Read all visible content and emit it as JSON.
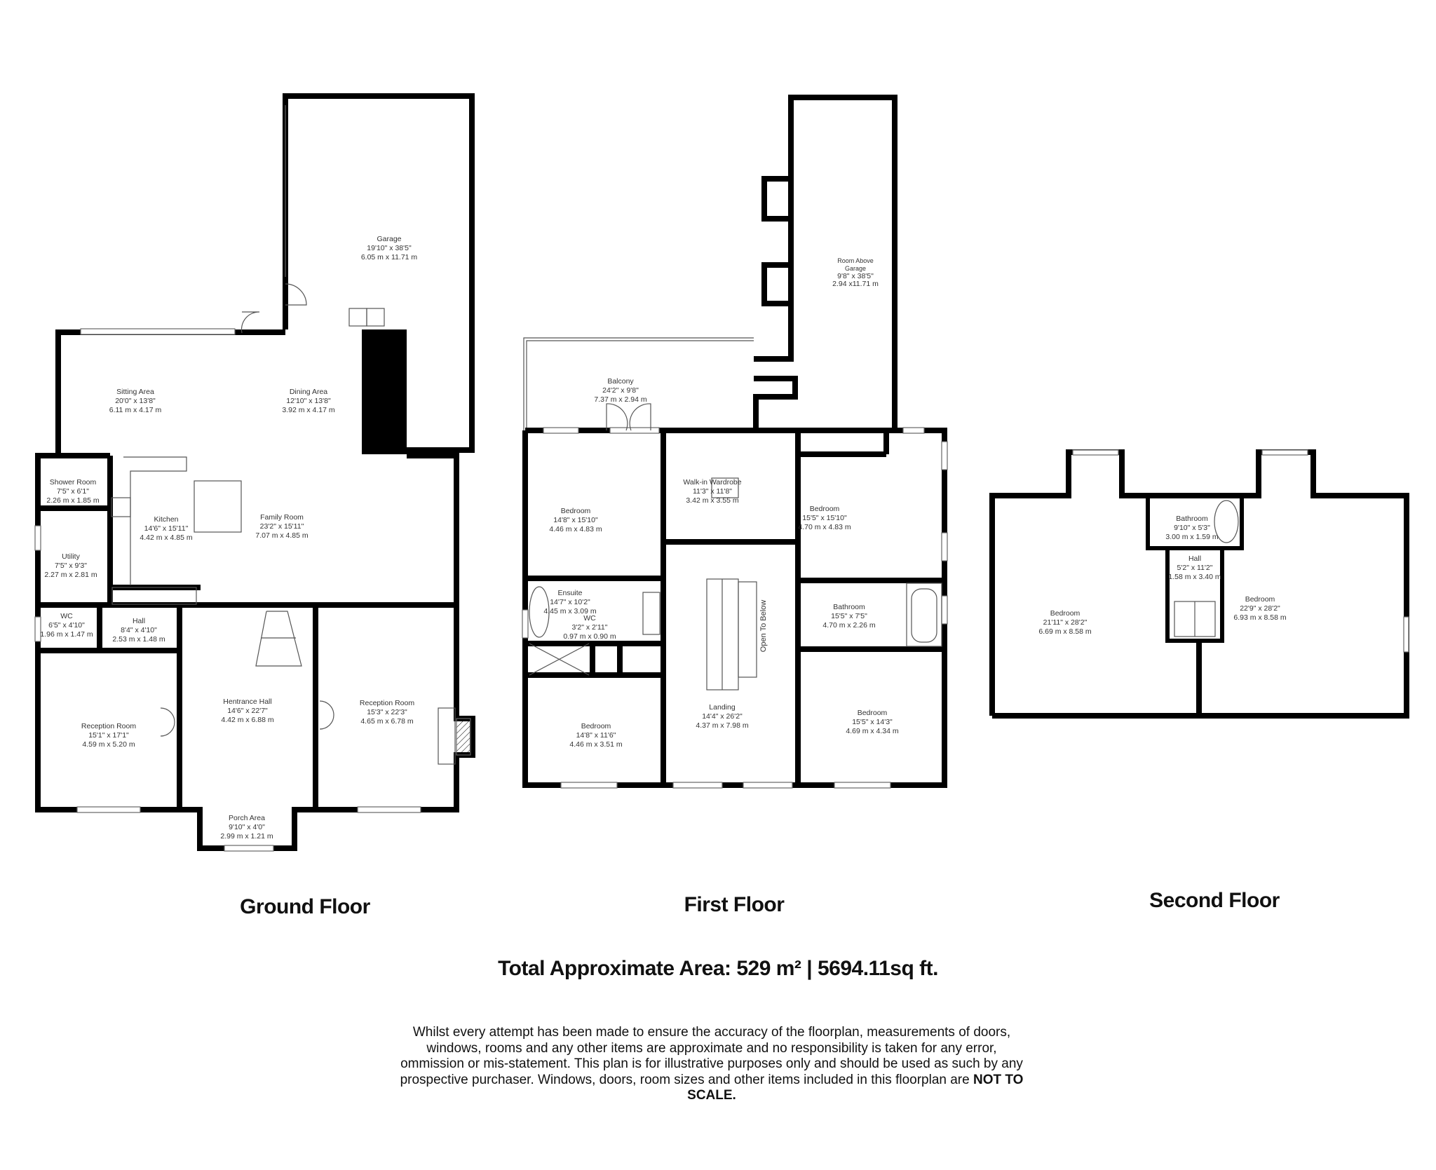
{
  "floors": {
    "ground": {
      "title": "Ground Floor",
      "rooms": [
        {
          "name": "Garage",
          "imperial": "19'10\" x 38'5\"",
          "metric": "6.05 m x 11.71 m"
        },
        {
          "name": "Sitting Area",
          "imperial": "20'0\" x 13'8\"",
          "metric": "6.11 m x 4.17 m"
        },
        {
          "name": "Dining Area",
          "imperial": "12'10\" x 13'8\"",
          "metric": "3.92 m x 4.17 m"
        },
        {
          "name": "Shower Room",
          "imperial": "7'5\" x 6'1\"",
          "metric": "2.26 m x 1.85 m"
        },
        {
          "name": "Kitchen",
          "imperial": "14'6\" x 15'11\"",
          "metric": "4.42 m x 4.85 m"
        },
        {
          "name": "Family Room",
          "imperial": "23'2\" x 15'11\"",
          "metric": "7.07 m x 4.85 m"
        },
        {
          "name": "Utility",
          "imperial": "7'5\" x 9'3\"",
          "metric": "2.27 m x 2.81 m"
        },
        {
          "name": "WC",
          "imperial": "6'5\" x 4'10\"",
          "metric": "1.96 m x 1.47 m"
        },
        {
          "name": "Hall",
          "imperial": "8'4\" x 4'10\"",
          "metric": "2.53 m x 1.48 m"
        },
        {
          "name": "Hentrance Hall",
          "imperial": "14'6\" x 22'7\"",
          "metric": "4.42 m x 6.88 m"
        },
        {
          "name": "Reception Room",
          "imperial": "15'1\" x 17'1\"",
          "metric": "4.59 m x 5.20 m"
        },
        {
          "name": "Reception Room",
          "imperial": "15'3\" x 22'3\"",
          "metric": "4.65 m x 6.78 m"
        },
        {
          "name": "Porch Area",
          "imperial": "9'10\" x 4'0\"",
          "metric": "2.99 m x 1.21 m"
        }
      ]
    },
    "first": {
      "title": "First Floor",
      "open_to_below": "Open To Below",
      "rooms": [
        {
          "name": "Room Above Garage",
          "imperial": "9'8\" x 38'5\"",
          "metric": "2.94 x11.71 m"
        },
        {
          "name": "Balcony",
          "imperial": "24'2\" x 9'8\"",
          "metric": "7.37 m x 2.94 m"
        },
        {
          "name": "Bedroom",
          "imperial": "14'8\" x 15'10\"",
          "metric": "4.46 m x 4.83 m"
        },
        {
          "name": "Walk-in Wardrobe",
          "imperial": "11'3\" x 11'8\"",
          "metric": "3.42 m x 3.55 m"
        },
        {
          "name": "Bedroom",
          "imperial": "15'5\" x 15'10\"",
          "metric": "4.70 m x 4.83 m"
        },
        {
          "name": "Ensuite",
          "imperial": "14'7\" x 10'2\"",
          "metric": "4.45 m x 3.09 m"
        },
        {
          "name": "WC",
          "imperial": "3'2\" x 2'11\"",
          "metric": "0.97 m x 0.90 m"
        },
        {
          "name": "Bathroom",
          "imperial": "15'5\" x 7'5\"",
          "metric": "4.70 m x 2.26 m"
        },
        {
          "name": "Bedroom",
          "imperial": "14'8\" x 11'6\"",
          "metric": "4.46 m x 3.51 m"
        },
        {
          "name": "Landing",
          "imperial": "14'4\" x 26'2\"",
          "metric": "4.37 m x 7.98 m"
        },
        {
          "name": "Bedroom",
          "imperial": "15'5\" x 14'3\"",
          "metric": "4.69 m x 4.34 m"
        }
      ]
    },
    "second": {
      "title": "Second Floor",
      "rooms": [
        {
          "name": "Bathroom",
          "imperial": "9'10\" x 5'3\"",
          "metric": "3.00 m x 1.59 m"
        },
        {
          "name": "Hall",
          "imperial": "5'2\" x 11'2\"",
          "metric": "1.58 m x 3.40 m"
        },
        {
          "name": "Bedroom",
          "imperial": "21'11\" x 28'2\"",
          "metric": "6.69 m x 8.58 m"
        },
        {
          "name": "Bedroom",
          "imperial": "22'9\" x 28'2\"",
          "metric": "6.93 m x 8.58 m"
        }
      ]
    }
  },
  "total_area": "Total Approximate Area: 529 m² | 5694.11sq ft.",
  "disclaimer": {
    "text": "Whilst every attempt has been made to ensure the accuracy of the floorplan, measurements of doors, windows, rooms and any other items are approximate and no responsibility is taken for any error, ommission or mis-statement. This plan is for illustrative purposes only and should be used as such by any prospective purchaser. Windows, doors, room sizes and other items included in this floorplan are",
    "emphasis": "NOT TO SCALE."
  },
  "colors": {
    "wall": "#000000",
    "background": "#ffffff",
    "text": "#333333"
  }
}
